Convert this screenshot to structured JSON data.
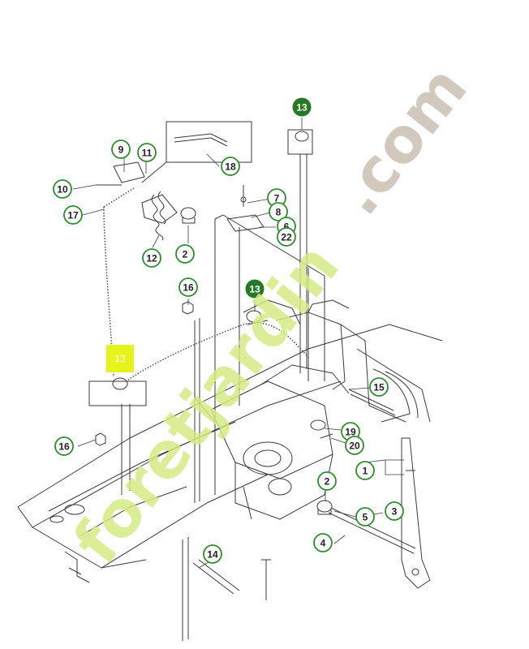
{
  "diagram": {
    "callouts": [
      {
        "id": "c-13-top",
        "label": "13",
        "style": "filled"
      },
      {
        "id": "c-9",
        "label": "9",
        "style": "outline"
      },
      {
        "id": "c-11",
        "label": "11",
        "style": "outline"
      },
      {
        "id": "c-18",
        "label": "18",
        "style": "outline"
      },
      {
        "id": "c-10",
        "label": "10",
        "style": "outline"
      },
      {
        "id": "c-17",
        "label": "17",
        "style": "outline"
      },
      {
        "id": "c-7",
        "label": "7",
        "style": "outline"
      },
      {
        "id": "c-8",
        "label": "8",
        "style": "outline"
      },
      {
        "id": "c-6",
        "label": "6",
        "style": "outline"
      },
      {
        "id": "c-22",
        "label": "22",
        "style": "outline"
      },
      {
        "id": "c-12",
        "label": "12",
        "style": "outline"
      },
      {
        "id": "c-2-top",
        "label": "2",
        "style": "outline"
      },
      {
        "id": "c-16-top",
        "label": "16",
        "style": "outline"
      },
      {
        "id": "c-13-mid",
        "label": "13",
        "style": "filled"
      },
      {
        "id": "c-15",
        "label": "15",
        "style": "outline"
      },
      {
        "id": "c-19",
        "label": "19",
        "style": "outline"
      },
      {
        "id": "c-20",
        "label": "20",
        "style": "outline"
      },
      {
        "id": "c-16-left",
        "label": "16",
        "style": "outline"
      },
      {
        "id": "c-1",
        "label": "1",
        "style": "outline"
      },
      {
        "id": "c-2-bottom",
        "label": "2",
        "style": "outline"
      },
      {
        "id": "c-5",
        "label": "5",
        "style": "outline"
      },
      {
        "id": "c-3",
        "label": "3",
        "style": "outline"
      },
      {
        "id": "c-4",
        "label": "4",
        "style": "outline"
      },
      {
        "id": "c-14",
        "label": "14",
        "style": "outline"
      }
    ],
    "highlight": {
      "label": "13",
      "color": "#e6f41c"
    },
    "watermarks": [
      {
        "text": "foretjardin",
        "color": "#d6ea86"
      },
      {
        "text": ".com",
        "color": "#c9c0b3"
      }
    ],
    "colors": {
      "line": "#3a3a3a",
      "callout_green": "#2e8b2e",
      "callout_filled": "#267a26",
      "watermark_green": "#d6ea86",
      "watermark_gray": "#c9c0b3"
    }
  }
}
